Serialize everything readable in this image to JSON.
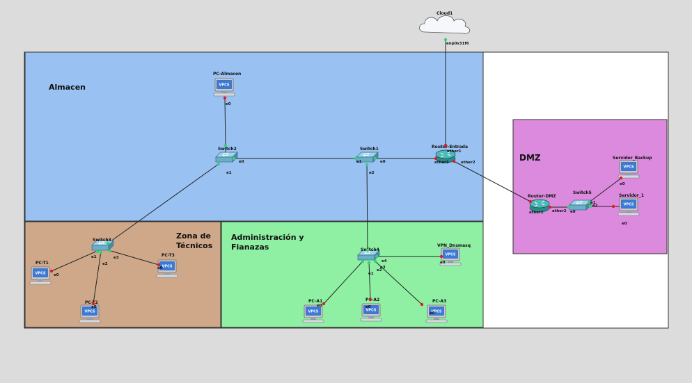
{
  "zones": {
    "almacen": "Almacen",
    "tecnicos_1": "Zona de",
    "tecnicos_2": "Técnicos",
    "admin_1": "Administración y",
    "admin_2": "Fianazas",
    "dmz": "DMZ"
  },
  "nodes": {
    "cloud1": "Cloud1",
    "pc_almacen": "PC-Almacen",
    "switch2": "Switch2",
    "switch1": "Switch1",
    "router_entrada": "Router-Entrada",
    "router_dmz": "Router-DMZ",
    "switch5": "Switch5",
    "servidor_backup": "Servidor_Backup",
    "servidor_1": "Servidor_1",
    "switch3": "Switch3",
    "pc_t1": "PC-T1",
    "pc_t2": "PC-T2",
    "pc_t3": "PC-T3",
    "switch4": "Switch4",
    "vpn_dnsmasq": "VPN_Dnsmasq",
    "pc_a1": "PC-A1",
    "pc_a2": "PC-A2",
    "pc_a3": "PC-A3"
  },
  "vpcs_label": "VPCS",
  "ports": {
    "cloud_enp": "enp0s31f6",
    "pcalm_e0": "e0",
    "sw2_e0": "e0",
    "sw2_e1": "e1",
    "sw1_e1": "e1",
    "sw1_e0": "e0",
    "sw1_e2": "e2",
    "re_ether1": "ether1",
    "re_ether3": "ether3",
    "re_ether2": "ether2",
    "rdmz_ether1": "ether1",
    "rdmz_ether2": "ether2",
    "sw5_e0": "e0",
    "sw5_e1": "e1",
    "sw5_e2": "e2",
    "srv1_e0": "e0",
    "bkp_e0": "e0",
    "sw3_e1": "e1",
    "sw3_e2": "e2",
    "sw3_e3": "e3",
    "pct1_e0": "e0",
    "pct2_e0": "e0",
    "pct3_e0": "e0",
    "sw4_e4": "e4",
    "sw4_e1": "e1",
    "sw4_e2": "e2",
    "sw4_e3": "e3",
    "vpn_e0": "e0",
    "pca1_e0": "e0",
    "pca2_e0": "e0",
    "pca3_e0": "e0"
  },
  "colors": {
    "almacen_fill": "#99c1f1",
    "tecnicos_fill": "#cfa88a",
    "admin_fill": "#8ff0a4",
    "dmz_fill": "#dc8add",
    "port_up": "#33d17a",
    "port_down": "#e01b24"
  }
}
